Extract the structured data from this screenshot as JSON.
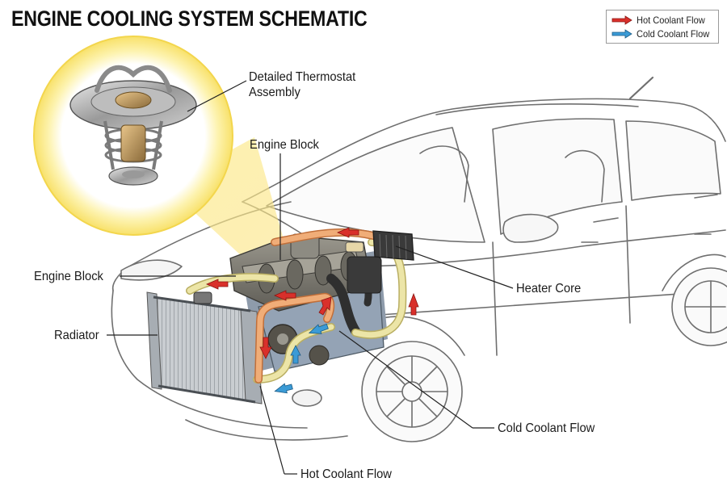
{
  "title": "ENGINE COOLING SYSTEM SCHEMATIC",
  "legend": {
    "items": [
      {
        "label": "Hot Coolant Flow",
        "color": "#d9302b"
      },
      {
        "label": "Cold Coolant Flow",
        "color": "#3b9bd6"
      }
    ]
  },
  "callouts": {
    "thermostat_line1": "Detailed Thermostat",
    "thermostat_line2": "Assembly",
    "engine_block_top": "Engine Block",
    "engine_block_left": "Engine Block",
    "radiator": "Radiator",
    "heater_core": "Heater Core",
    "cold_coolant_flow": "Cold Coolant Flow",
    "hot_coolant_flow": "Hot Coolant Flow"
  },
  "colors": {
    "hot_pipe": "#e8a06a",
    "cold_pipe": "#e6df9a",
    "engine_metal": "#7d7b73",
    "radiator_metal": "#b9bec4",
    "thermostat_glow": "#fbe97a"
  }
}
